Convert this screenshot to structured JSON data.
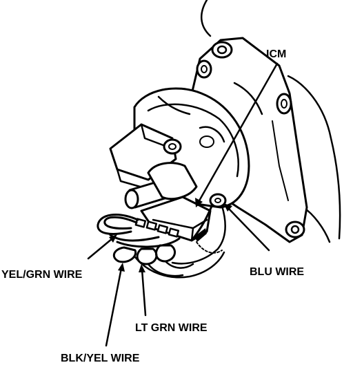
{
  "labels": {
    "icm": "ICM",
    "blu_wire": "BLU WIRE",
    "yel_grn_wire": "YEL/GRN WIRE",
    "lt_grn_wire": "LT GRN WIRE",
    "blk_yel_wire": "BLK/YEL WIRE"
  },
  "colors": {
    "ink": "#000000",
    "paper": "#ffffff"
  }
}
